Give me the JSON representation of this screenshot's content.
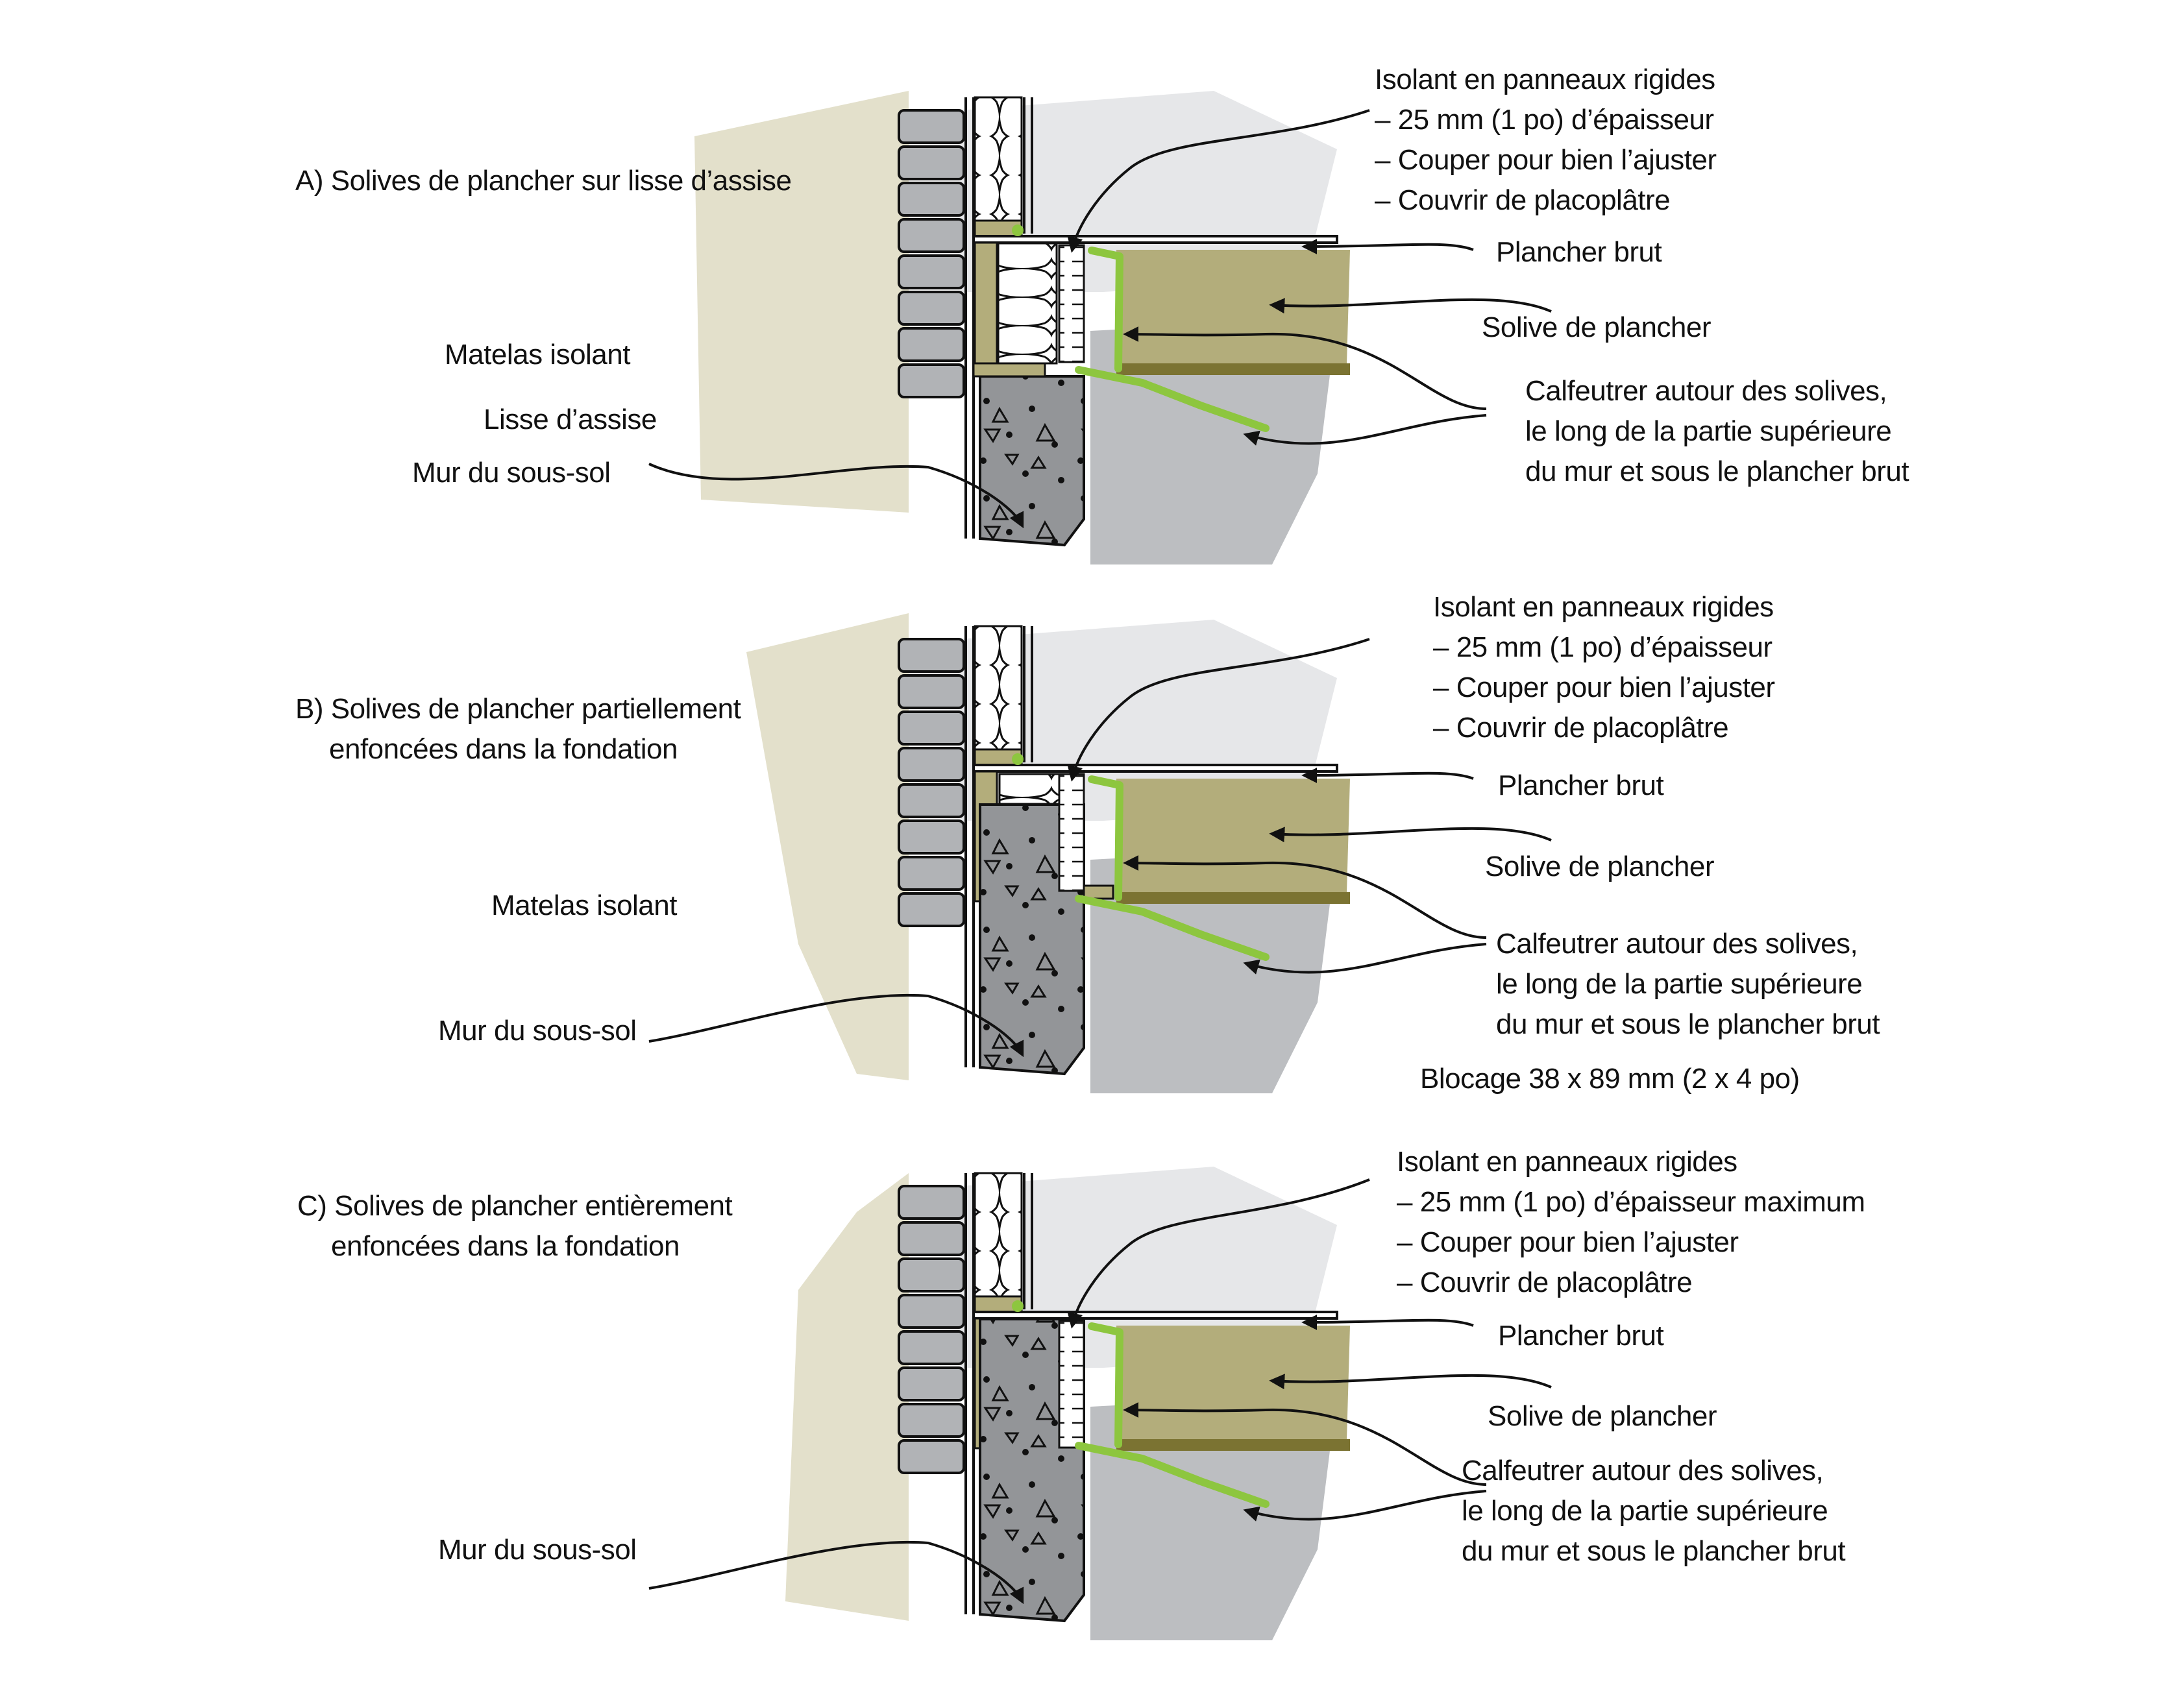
{
  "colors": {
    "background_khaki": "#e3e0cb",
    "background_light_gray": "#e6e7e9",
    "background_gray": "#bcbec1",
    "brick": "#b1b3b6",
    "concrete": "#939598",
    "wood": "#b3ad7b",
    "wood_dark": "#7b7332",
    "caulk_green": "#8dc63f",
    "ink": "#111111"
  },
  "panels": [
    {
      "id": "A",
      "title_lines": [
        "A) Solives de plancher sur lisse d’assise"
      ],
      "left_labels": {
        "insulation_batt": "Matelas isolant",
        "sill_plate": "Lisse d’assise",
        "basement_wall": "Mur du sous-sol"
      },
      "rigid_insulation": {
        "title": "Isolant en panneaux rigides",
        "items": [
          "– 25 mm (1 po) d’épaisseur",
          "– Couper pour bien l’ajuster",
          "– Couvrir de placoplâtre"
        ]
      },
      "subfloor": "Plancher brut",
      "floor_joist": "Solive de plancher",
      "caulk_lines": [
        "Calfeutrer autour des solives,",
        "le long de la partie supérieure",
        "du mur et sous le plancher brut"
      ]
    },
    {
      "id": "B",
      "title_lines": [
        "B) Solives de plancher partiellement",
        "enfoncées dans la fondation"
      ],
      "left_labels": {
        "insulation_batt": "Matelas isolant",
        "basement_wall": "Mur du sous-sol"
      },
      "rigid_insulation": {
        "title": "Isolant en panneaux rigides",
        "items": [
          "– 25 mm (1 po) d’épaisseur",
          "– Couper pour bien l’ajuster",
          "– Couvrir de placoplâtre"
        ]
      },
      "subfloor": "Plancher brut",
      "floor_joist": "Solive de plancher",
      "caulk_lines": [
        "Calfeutrer autour des solives,",
        "le long de la partie supérieure",
        "du mur et sous le plancher brut"
      ],
      "blocking": "Blocage 38 x 89 mm (2 x 4 po)"
    },
    {
      "id": "C",
      "title_lines": [
        "C) Solives de plancher entièrement",
        "enfoncées dans la fondation"
      ],
      "left_labels": {
        "basement_wall": "Mur du sous-sol"
      },
      "rigid_insulation": {
        "title": "Isolant en panneaux rigides",
        "items": [
          "– 25 mm (1 po) d’épaisseur maximum",
          "– Couper pour bien l’ajuster",
          "– Couvrir de placoplâtre"
        ]
      },
      "subfloor": "Plancher brut",
      "floor_joist": "Solive de plancher",
      "caulk_lines": [
        "Calfeutrer autour des solives,",
        "le long de la partie supérieure",
        "du mur et sous le plancher brut"
      ]
    }
  ]
}
